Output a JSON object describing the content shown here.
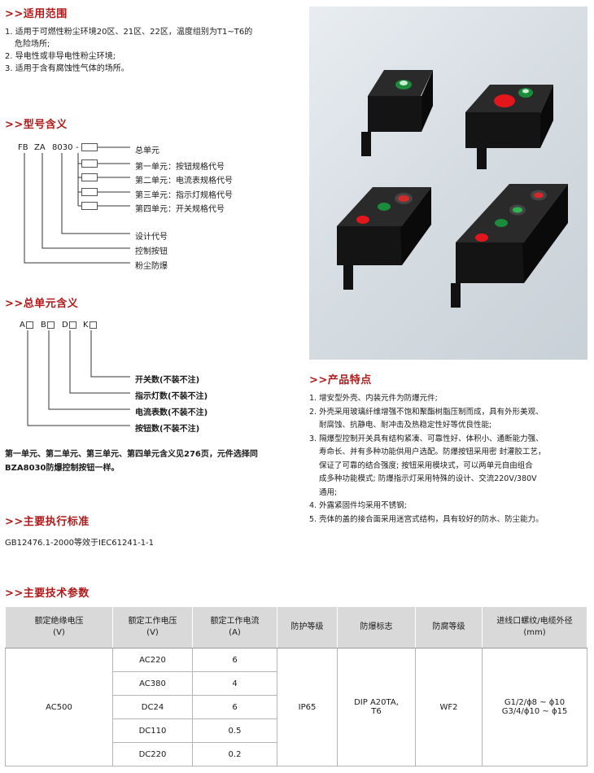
{
  "scope": {
    "title": ">>适用范围",
    "items": [
      {
        "first": "1. 适用于可燃性粉尘环境20区、21区、22区，温度组别为T1~T6的",
        "cont": "危险场所;"
      },
      {
        "first": "2. 导电性或非导电性粉尘环境;",
        "cont": ""
      },
      {
        "first": "3. 适用于含有腐蚀性气体的场所。",
        "cont": ""
      }
    ]
  },
  "model": {
    "title": ">>型号含义",
    "prefix_fb": "FB",
    "prefix_za": "ZA",
    "prefix_num": "8030",
    "dash": "-",
    "total_unit": "总单元",
    "units": [
      "第一单元：按钮规格代号",
      "第二单元：电流表规格代号",
      "第三单元：指示灯规格代号",
      "第四单元：开关规格代号"
    ],
    "design_code": "设计代号",
    "control_button": "控制按钮",
    "dust_proof": "粉尘防爆"
  },
  "total_unit": {
    "title": ">>总单元含义",
    "letters": [
      "A",
      "B",
      "D",
      "K"
    ],
    "labels": [
      "开关数(不装不注)",
      "指示灯数(不装不注)",
      "电流表数(不装不注)",
      "按钮数(不装不注)"
    ],
    "note": "第一单元、第二单元、第三单元、第四单元含义见276页，元件选择同BZA8030防爆控制按钮一样。"
  },
  "standard": {
    "title": ">>主要执行标准",
    "text": "GB12476.1-2000等效于IEC61241-1-1"
  },
  "features": {
    "title": ">>产品特点",
    "items": [
      {
        "first": "1. 增安型外壳、内装元件为防爆元件;",
        "cont": []
      },
      {
        "first": "2. 外壳采用玻璃纤维增强不饱和聚酯树脂压制而成，具有外形美观、",
        "cont": [
          "耐腐蚀、抗静电、耐冲击及热稳定性好等优良性能;"
        ]
      },
      {
        "first": "3. 隔爆型控制开关具有结构紧凑、可靠性好、体积小、通断能力强、",
        "cont": [
          "寿命长、并有多种功能供用户选配。防爆按钮采用密 封灌胶工艺，",
          "保证了可靠的结合强度; 按钮采用模块式，可以两单元自由组合",
          "成多种功能模式; 防爆指示灯采用特殊的设计、交流220V/380V",
          "通用;"
        ]
      },
      {
        "first": "4. 外露紧固件均采用不锈钢;",
        "cont": []
      },
      {
        "first": "5. 壳体的盖的接合面采用迷宫式结构，具有较好的防水、防尘能力。",
        "cont": []
      }
    ]
  },
  "params": {
    "title": ">>主要技术参数",
    "headers": [
      {
        "l1": "额定绝缘电压",
        "l2": "(V)"
      },
      {
        "l1": "额定工作电压",
        "l2": "(V)"
      },
      {
        "l1": "额定工作电流",
        "l2": "(A)"
      },
      {
        "l1": "防护等级",
        "l2": ""
      },
      {
        "l1": "防爆标志",
        "l2": ""
      },
      {
        "l1": "防腐等级",
        "l2": ""
      },
      {
        "l1": "进线口螺纹/电缆外径",
        "l2": "(mm)"
      }
    ],
    "insulation_voltage": "AC500",
    "rows": [
      {
        "voltage": "AC220",
        "current": "6"
      },
      {
        "voltage": "AC380",
        "current": "4"
      },
      {
        "voltage": "DC24",
        "current": "6"
      },
      {
        "voltage": "DC110",
        "current": "0.5"
      },
      {
        "voltage": "DC220",
        "current": "0.2"
      }
    ],
    "protection": "IP65",
    "ex_mark_l1": "DIP A20TA,",
    "ex_mark_l2": "T6",
    "anticorrosion": "WF2",
    "thread_l1": "G1/2/ϕ8 ~ ϕ10",
    "thread_l2": "G3/4/ϕ10 ~ ϕ15"
  }
}
